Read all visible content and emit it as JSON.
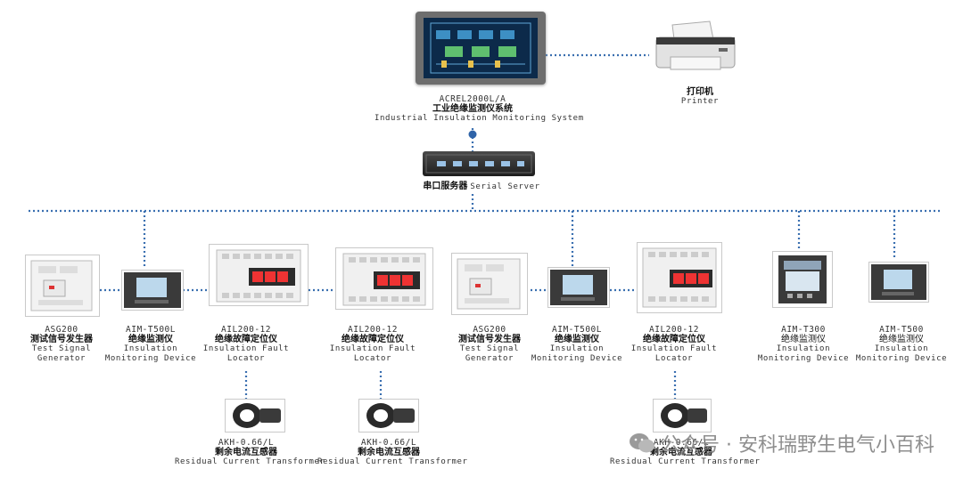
{
  "top_system": {
    "model": "ACREL2000L/A",
    "name_cn": "工业绝缘监测仪系统",
    "name_en": "Industrial Insulation Monitoring System"
  },
  "printer": {
    "name_cn": "打印机",
    "name_en": "Printer"
  },
  "serial_server": {
    "name_cn": "串口服务器",
    "name_en": "Serial Server"
  },
  "devices": [
    {
      "model": "ASG200",
      "name_cn": "测试信号发生器",
      "en1": "Test Signal",
      "en2": "Generator"
    },
    {
      "model": "AIM-T500L",
      "name_cn": "绝缘监测仪",
      "en1": "Insulation",
      "en2": "Monitoring Device"
    },
    {
      "model": "AIL200-12",
      "name_cn": "绝缘故障定位仪",
      "en1": "Insulation Fault",
      "en2": "Locator"
    },
    {
      "model": "AIL200-12",
      "name_cn": "绝缘故障定位仪",
      "en1": "Insulation Fault",
      "en2": "Locator"
    },
    {
      "model": "ASG200",
      "name_cn": "测试信号发生器",
      "en1": "Test Signal",
      "en2": "Generator"
    },
    {
      "model": "AIM-T500L",
      "name_cn": "绝缘监测仪",
      "en1": "Insulation",
      "en2": "Monitoring Device"
    },
    {
      "model": "AIL200-12",
      "name_cn": "绝缘故障定位仪",
      "en1": "Insulation Fault",
      "en2": "Locator"
    },
    {
      "model": "AIM-T300",
      "name_cn": "绝缘监测仪",
      "en1": "Insulation",
      "en2": "Monitoring Device"
    },
    {
      "model": "AIM-T500",
      "name_cn": "绝缘监测仪",
      "en1": "Insulation",
      "en2": "Monitoring Device"
    }
  ],
  "transformers": [
    {
      "model": "AKH-0.66/L",
      "name_cn": "剩余电流互感器",
      "name_en": "Residual Current Transformer"
    },
    {
      "model": "AKH-0.66/L",
      "name_cn": "剩余电流互感器",
      "name_en": "Residual Current Transformer"
    },
    {
      "model": "AKH-0.66/L",
      "name_cn": "剩余电流互感器",
      "name_en": "Residual Current Transformer"
    }
  ],
  "watermark": {
    "text": "公众号 · 安科瑞野生电气小百科"
  },
  "colors": {
    "wire": "#3a6fb0",
    "node": "#2f64a8",
    "screen": "#0c2a4a"
  }
}
